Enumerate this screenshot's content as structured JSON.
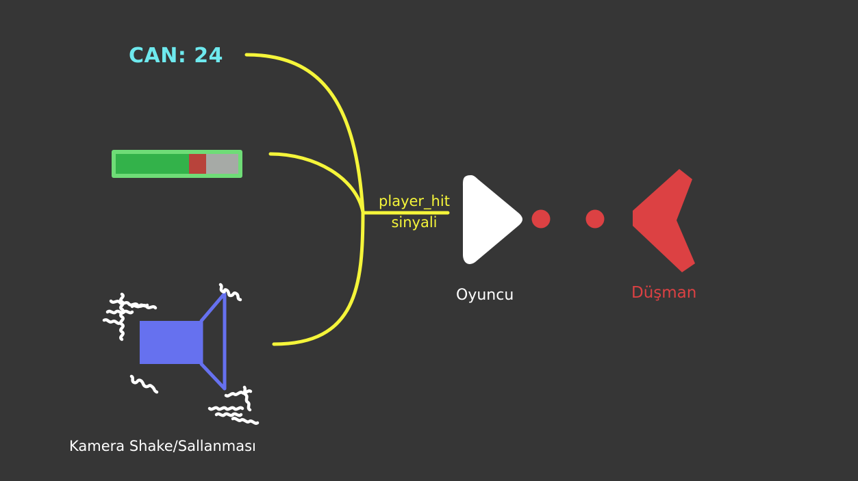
{
  "health_label": "CAN: 24",
  "signal": {
    "line1": "player_hit",
    "line2": "sinyali"
  },
  "player_label": "Oyuncu",
  "enemy_label": "Düşman",
  "camera_label": "Kamera Shake/Sallanması",
  "health_bar": {
    "fill_fraction": 0.6,
    "damage_fraction": 0.14
  },
  "colors": {
    "background": "#363636",
    "health_text": "#6ee9ee",
    "signal_line": "#f5f53a",
    "health_fill": "#33b24a",
    "health_border": "#6fdc77",
    "damage": "#b8433b",
    "empty": "#a6aaa6",
    "speaker": "#6671ef",
    "player": "#ffffff",
    "enemy": "#dc4143",
    "shake_marks": "#ffffff"
  },
  "icons": [
    "player-triangle-icon",
    "enemy-chevron-icon",
    "speaker-icon",
    "shake-lines-icon"
  ]
}
